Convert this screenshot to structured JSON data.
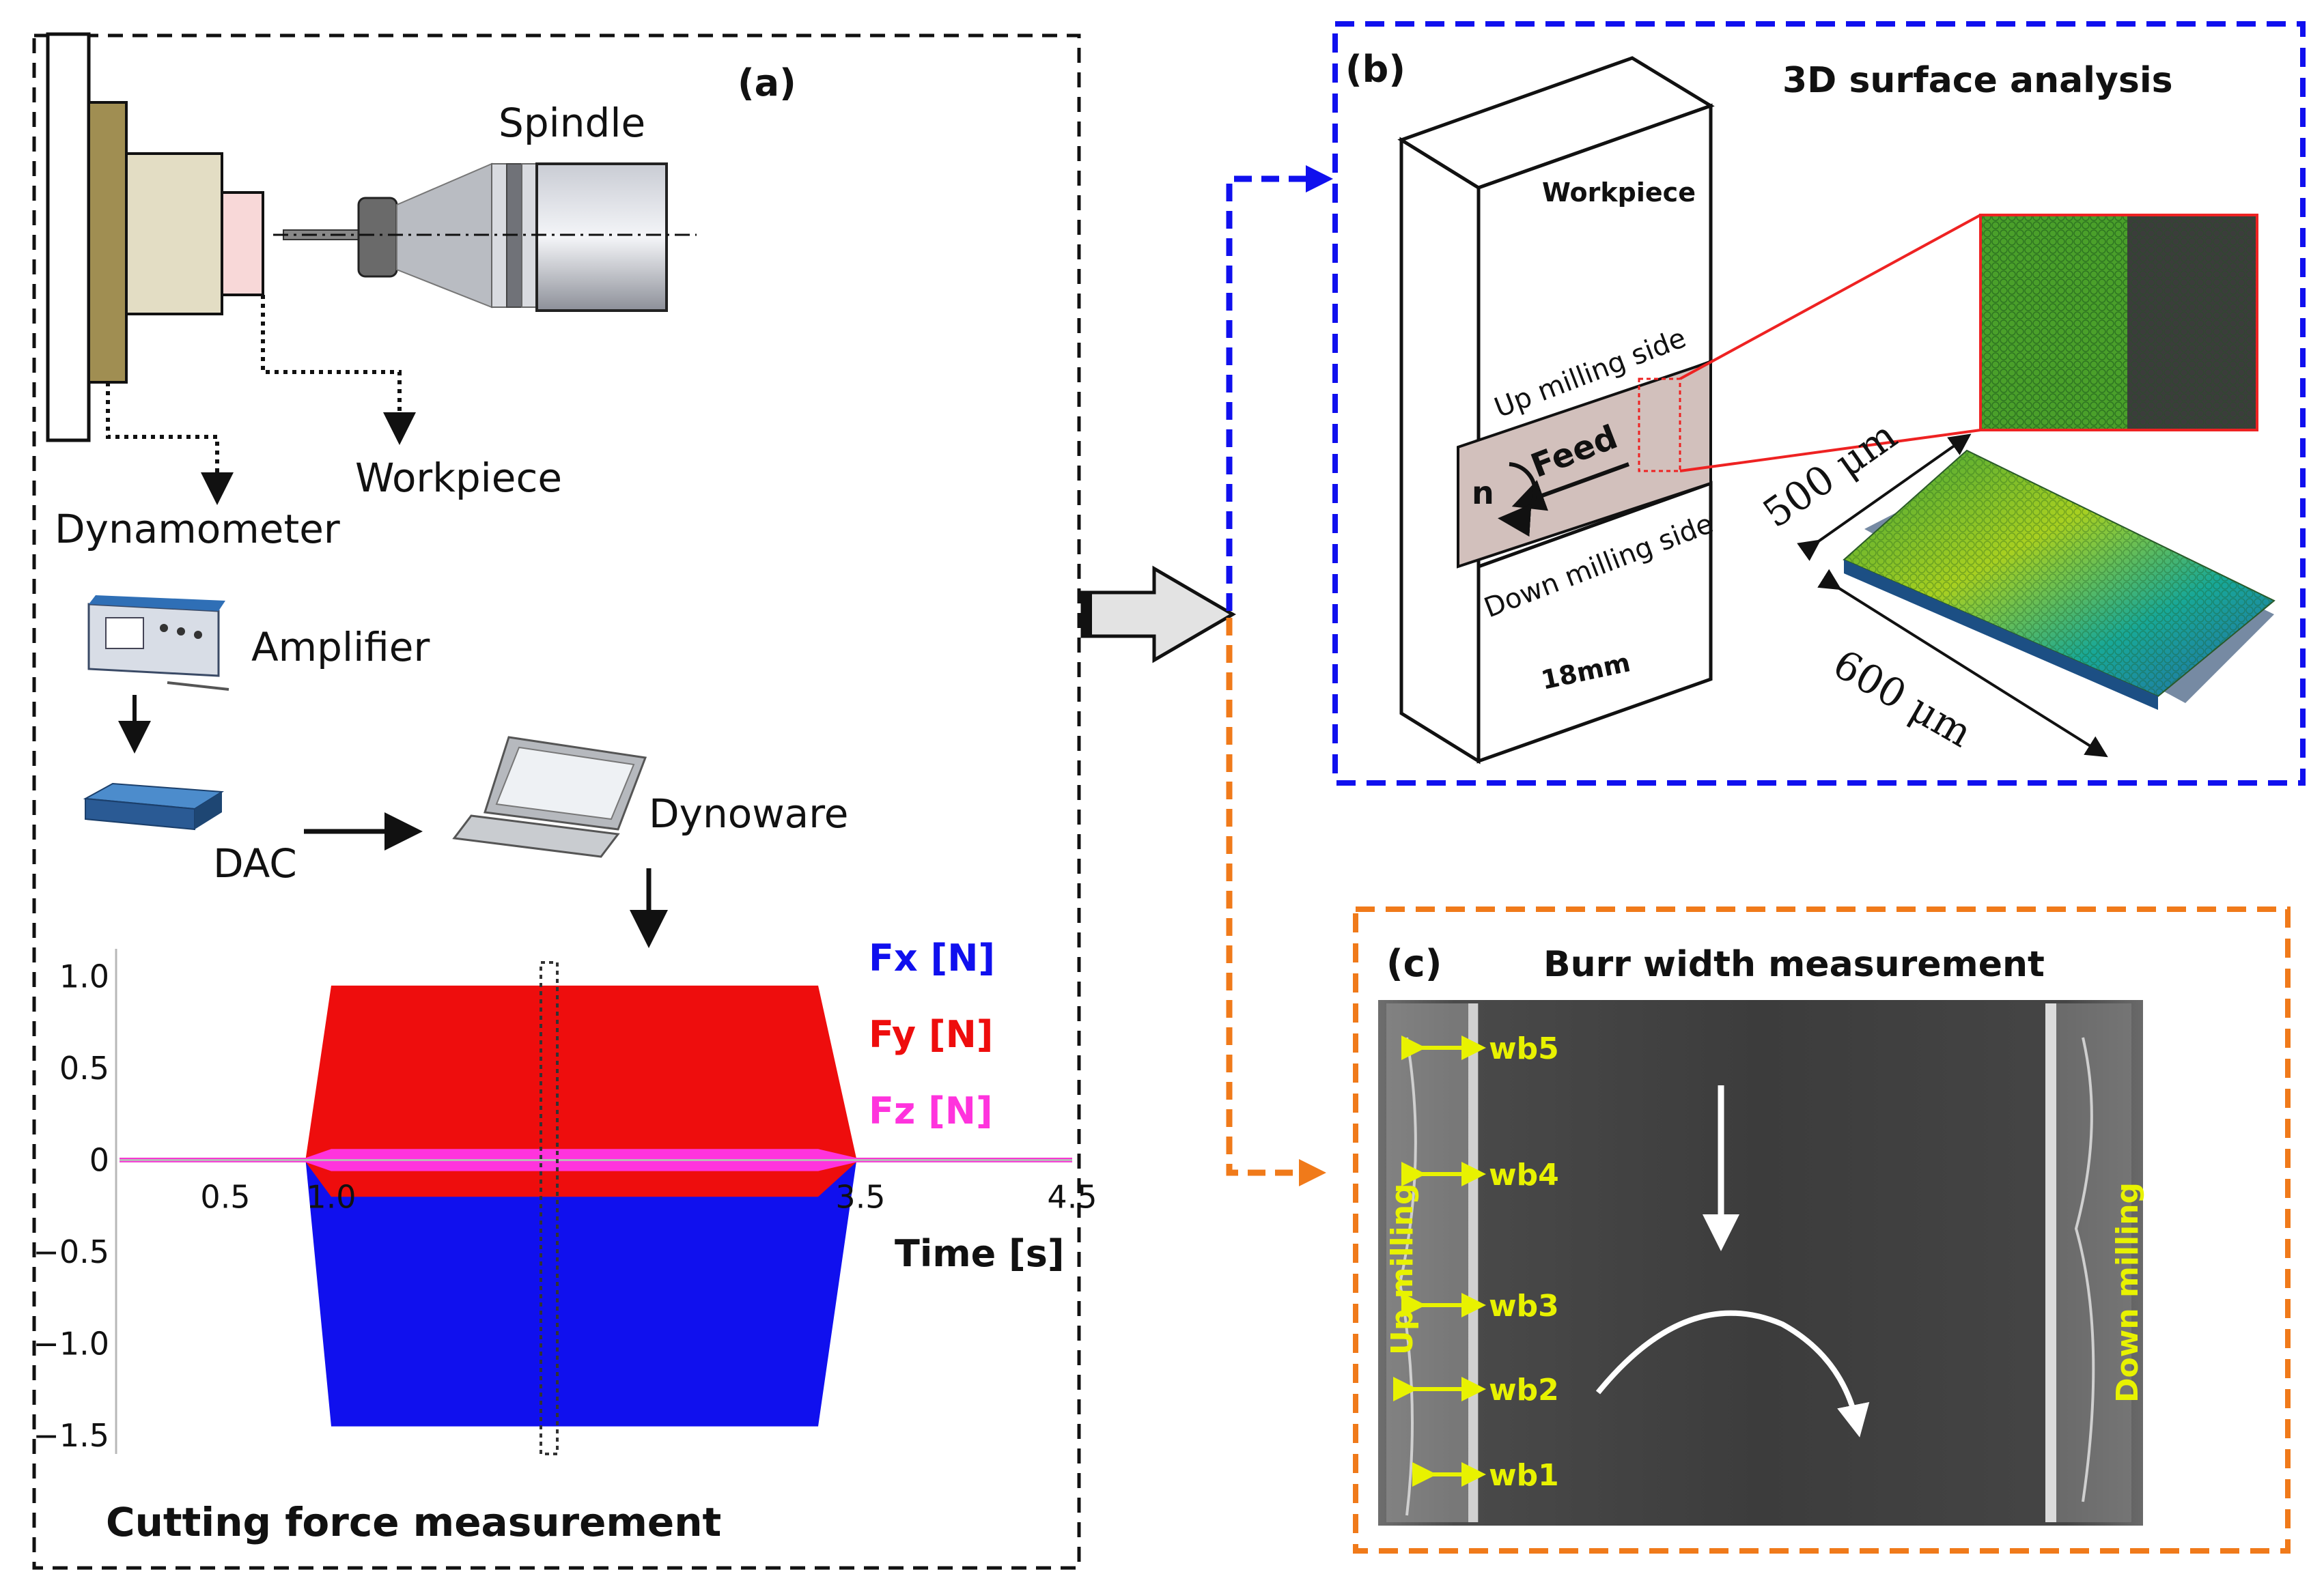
{
  "panel_a": {
    "label": "(a)",
    "spindle": "Spindle",
    "workpiece": "Workpiece",
    "dynamometer": "Dynamometer",
    "amplifier": "Amplifier",
    "dac": "DAC",
    "dynoware": "Dynoware",
    "caption": "Cutting force measurement"
  },
  "chart_data": {
    "type": "area",
    "xlabel": "Time [s]",
    "ylabel": "",
    "x_ticks": [
      "0.5",
      "1.0",
      "3.5",
      "4.5"
    ],
    "x_tick_values": [
      0.5,
      1.0,
      3.5,
      4.5
    ],
    "y_ticks": [
      "1.0",
      "0.5",
      "0",
      "−0.5",
      "−1.0",
      "−1.5"
    ],
    "y_tick_values": [
      1.0,
      0.5,
      0,
      -0.5,
      -1.0,
      -1.5
    ],
    "xlim": [
      0,
      4.5
    ],
    "ylim": [
      -1.6,
      1.15
    ],
    "cut_interval": [
      1.0,
      3.3
    ],
    "series": [
      {
        "name": "Fx [N]",
        "color": "#1010ee",
        "upper": 0.0,
        "lower": -1.45
      },
      {
        "name": "Fy [N]",
        "color": "#ee0d0d",
        "upper": 0.95,
        "lower": -0.2
      },
      {
        "name": "Fz [N]",
        "color": "#ff33dd",
        "upper": 0.06,
        "lower": -0.06
      }
    ]
  },
  "panel_b": {
    "label": "(b)",
    "title": "3D surface analysis",
    "workpiece": "Workpiece",
    "up_side": "Up milling side",
    "down_side": "Down milling side",
    "feed": "Feed",
    "n": "n",
    "width": "18mm",
    "dim1": "500 μm",
    "dim2": "600 μm"
  },
  "panel_c": {
    "label": "(c)",
    "title": "Burr width measurement",
    "up_milling": "Up milling",
    "down_milling": "Down milling",
    "markers": [
      "wb5",
      "wb4",
      "wb3",
      "wb2",
      "wb1"
    ]
  },
  "colors": {
    "panel_a_border": "#111111",
    "panel_b_border": "#1010ee",
    "panel_c_border": "#f07a1a",
    "marker": "#e8f200"
  }
}
